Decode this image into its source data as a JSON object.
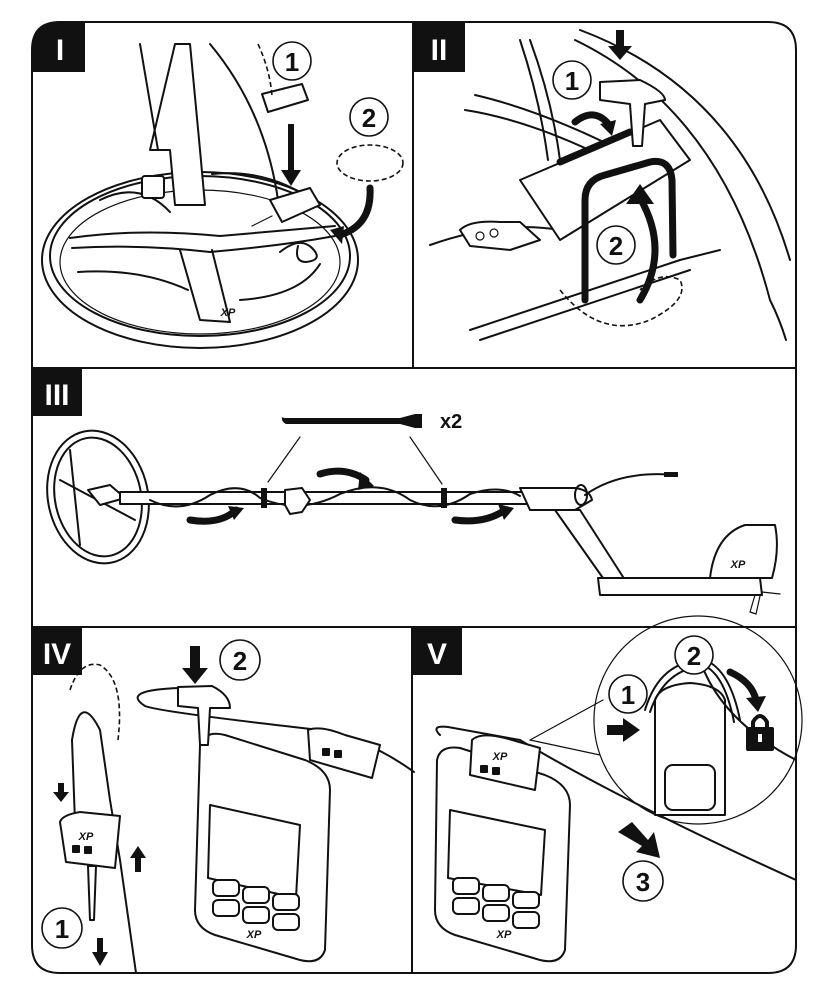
{
  "document": {
    "type": "assembly instructions",
    "colors": {
      "ink": "#111111",
      "paper": "#ffffff",
      "label_text": "#ffffff"
    }
  },
  "panels": [
    {
      "label": "I",
      "description": "Attach cable clip to coil connector, tuck excess cable into coil",
      "steps": [
        "1",
        "2"
      ]
    },
    {
      "label": "II",
      "description": "Press clip down onto bracket and fold strap over",
      "steps": [
        "1",
        "2"
      ]
    },
    {
      "label": "III",
      "description": "Wrap cable around shaft and secure with cable ties",
      "steps": [],
      "quantity": "x2",
      "parts": [
        "cable-tie"
      ]
    },
    {
      "label": "IV",
      "description": "Open cable clip and press cable into remote",
      "steps": [
        "1",
        "2"
      ]
    },
    {
      "label": "V",
      "description": "Close clip over cable, lock, then pull cable",
      "steps": [
        "1",
        "2",
        "3"
      ]
    }
  ],
  "brand_mark": "XP",
  "icons": [
    "down-arrow-icon",
    "curved-arrow-icon",
    "lock-icon",
    "push-hand-icon",
    "cable-tie-icon"
  ]
}
